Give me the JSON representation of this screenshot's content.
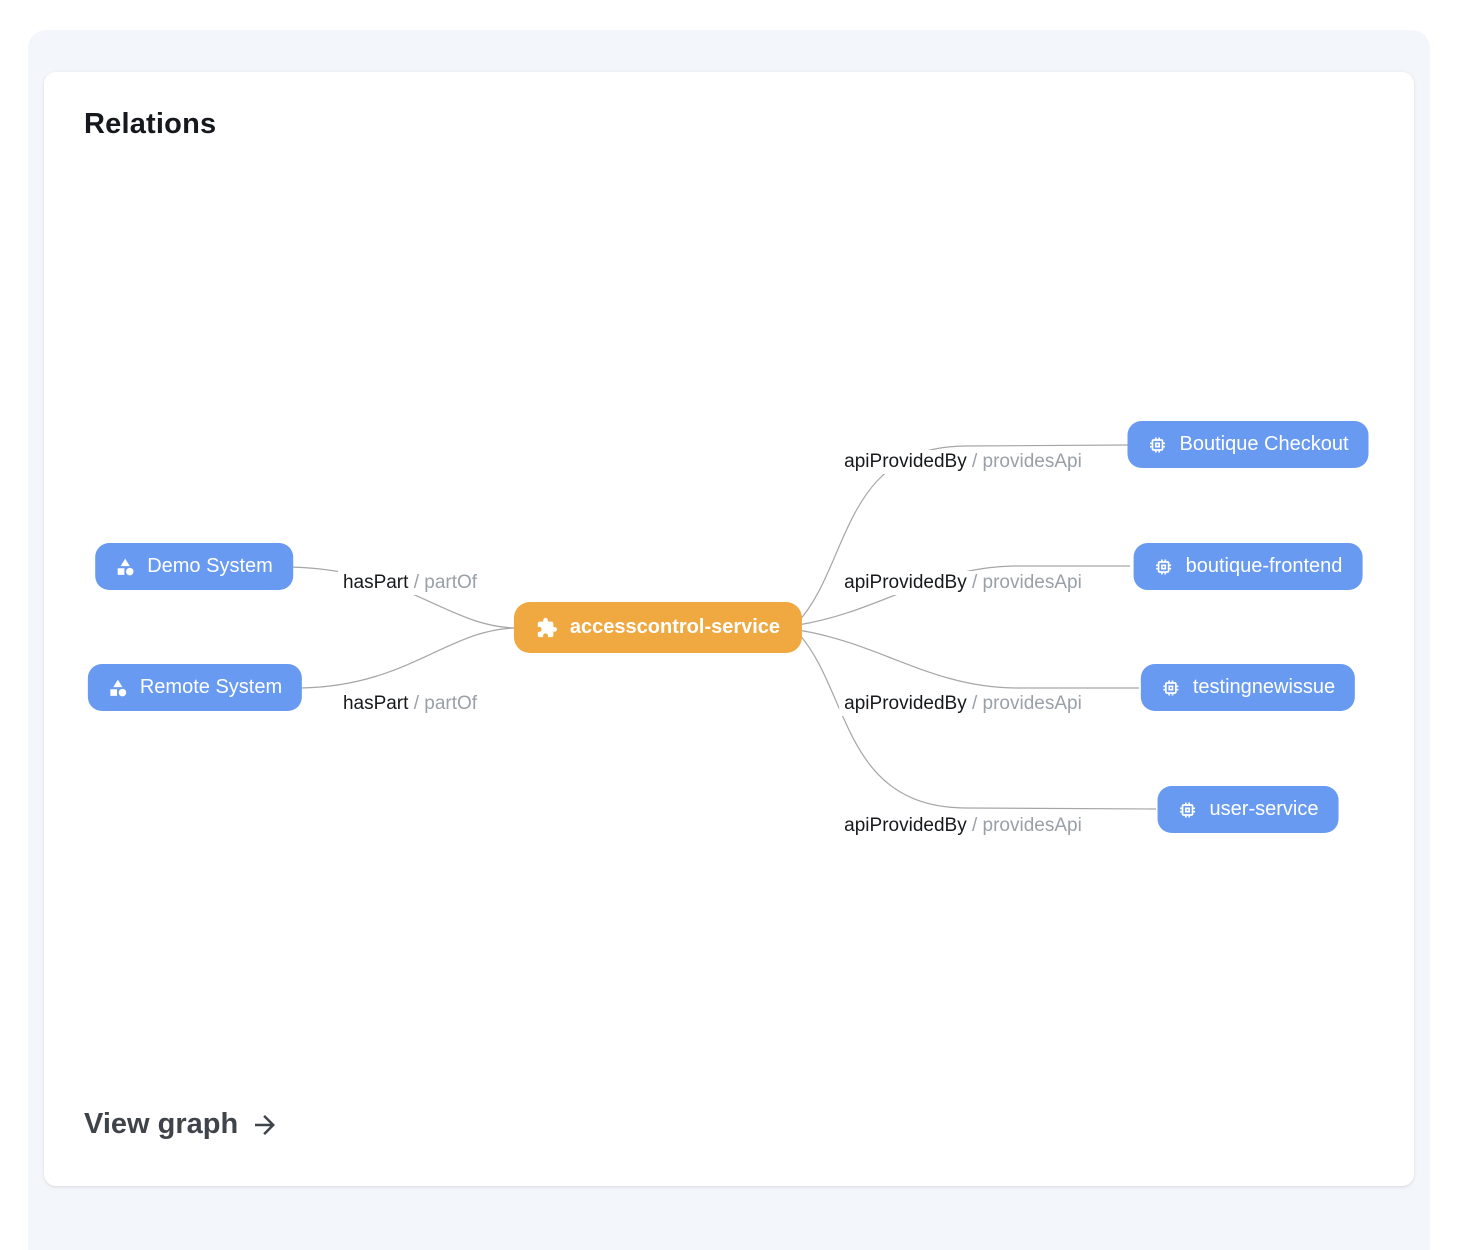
{
  "card": {
    "title": "Relations",
    "view_graph_label": "View graph"
  },
  "colors": {
    "page_background": "#f3f6fa",
    "card_background": "#ffffff",
    "primary_node": "#f0a840",
    "secondary_node": "#699af1",
    "edge_line": "#a6a6a6",
    "edge_label_primary": "#17191c",
    "edge_label_secondary": "#9aa0a8"
  },
  "graph": {
    "center_node": {
      "label": "accesscontrol-service",
      "icon": "puzzle-piece-icon"
    },
    "left_nodes": [
      {
        "label": "Demo System",
        "icon": "system-shapes-icon"
      },
      {
        "label": "Remote System",
        "icon": "system-shapes-icon"
      }
    ],
    "right_nodes": [
      {
        "label": "Boutique Checkout",
        "icon": "api-chip-icon"
      },
      {
        "label": "boutique-frontend",
        "icon": "api-chip-icon"
      },
      {
        "label": "testingnewissue",
        "icon": "api-chip-icon"
      },
      {
        "label": "user-service",
        "icon": "api-chip-icon"
      }
    ],
    "left_edges": [
      {
        "primary": "hasPart",
        "secondary": "/ partOf"
      },
      {
        "primary": "hasPart",
        "secondary": "/ partOf"
      }
    ],
    "right_edges": [
      {
        "primary": "apiProvidedBy",
        "secondary": "/ providesApi"
      },
      {
        "primary": "apiProvidedBy",
        "secondary": "/ providesApi"
      },
      {
        "primary": "apiProvidedBy",
        "secondary": "/ providesApi"
      },
      {
        "primary": "apiProvidedBy",
        "secondary": "/ providesApi"
      }
    ]
  }
}
